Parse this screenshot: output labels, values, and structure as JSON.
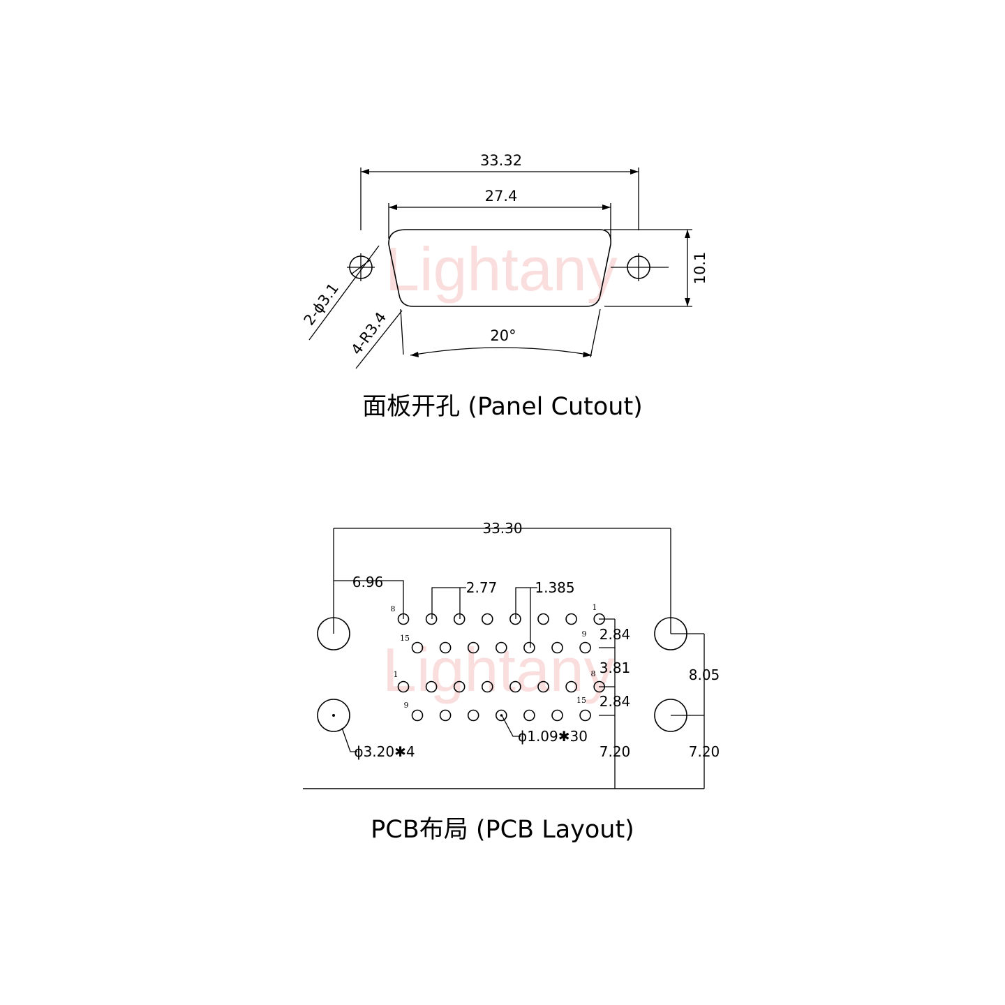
{
  "watermark": "Lightany",
  "panel": {
    "title": "面板开孔 (Panel Cutout)",
    "dim_overall": "33.32",
    "dim_opening": "27.4",
    "dim_height": "10.1",
    "dim_angle": "20°",
    "dim_holes": "2-ϕ3.1",
    "dim_radius": "4-R3.4"
  },
  "pcb": {
    "title": "PCB布局 (PCB Layout)",
    "dim_overall": "33.30",
    "dim_first_pin": "6.96",
    "dim_pitch": "2.77",
    "dim_half_pitch": "1.385",
    "dim_row1": "2.84",
    "dim_row_gap": "3.81",
    "dim_row2": "2.84",
    "dim_mount_pitch": "8.05",
    "dim_edge_left": "7.20",
    "dim_edge_right": "7.20",
    "dim_mount_holes": "ϕ3.20✱4",
    "dim_pin_holes": "ϕ1.09✱30",
    "pin_labels": {
      "upper_8": "8",
      "upper_15": "15",
      "upper_1": "1",
      "upper_9": "9",
      "lower_1": "1",
      "lower_9": "9",
      "lower_8": "8",
      "lower_15": "15"
    }
  }
}
